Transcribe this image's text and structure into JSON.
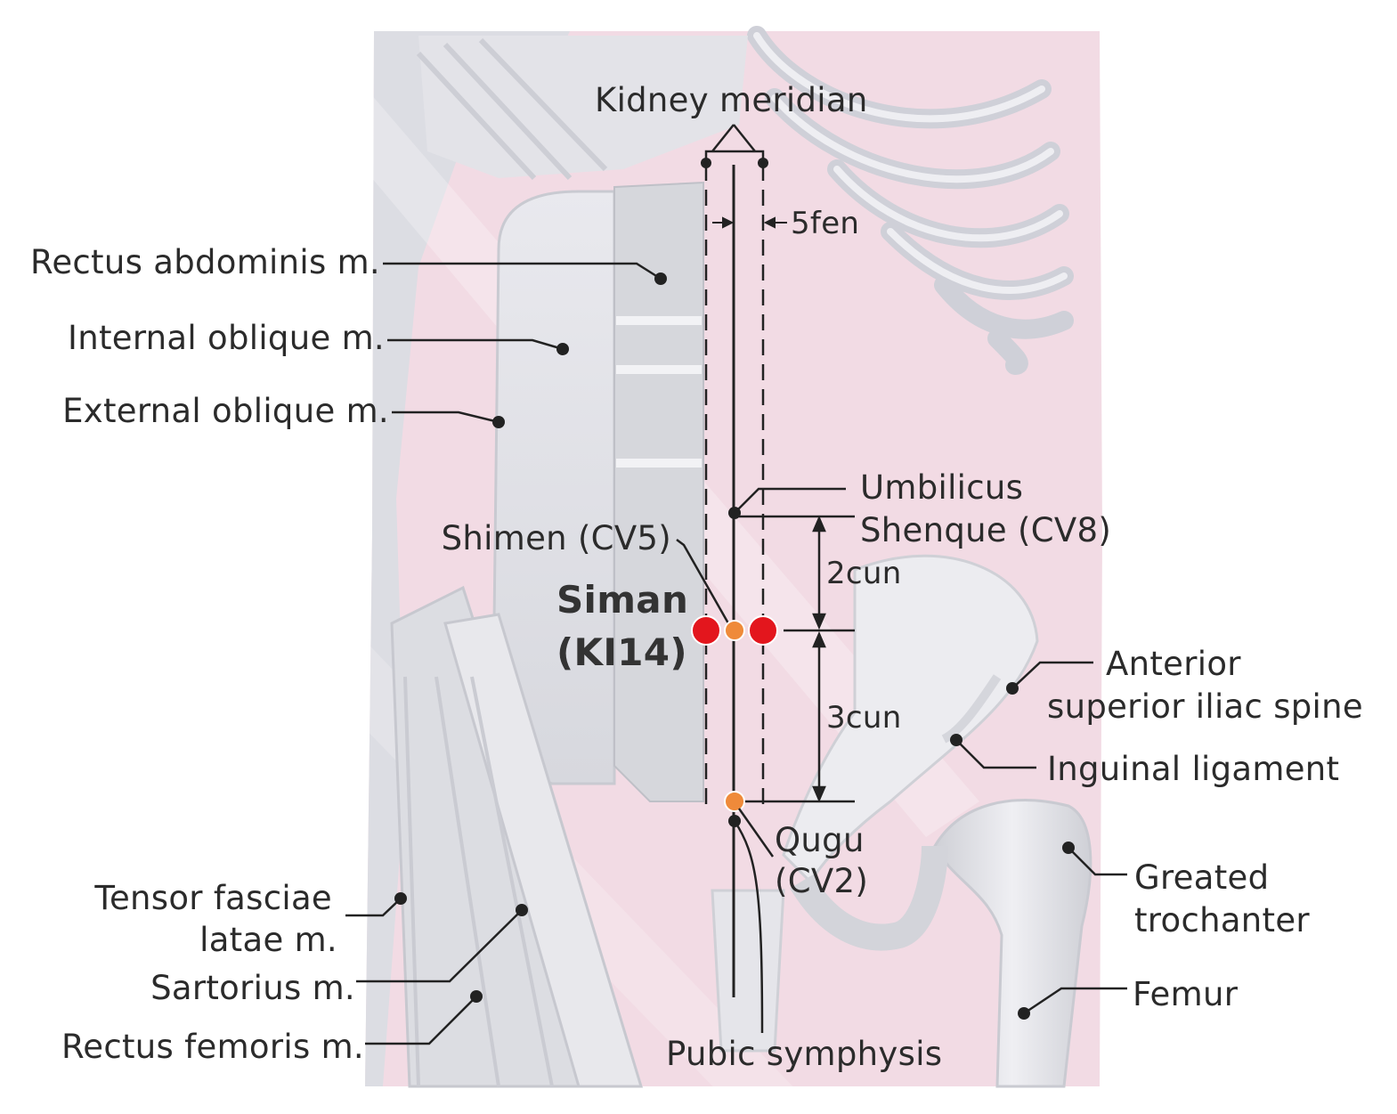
{
  "labels": {
    "kidney_meridian": "Kidney meridian",
    "five_fen": "5fen",
    "rectus_abdominis": "Rectus abdominis m.",
    "internal_oblique": "Internal oblique m.",
    "external_oblique": "External oblique m.",
    "umbilicus": "Umbilicus",
    "shenque": "Shenque (CV8)",
    "shimen": "Shimen (CV5)",
    "siman_line1": "Siman",
    "siman_line2": "(KI14)",
    "two_cun": "2cun",
    "three_cun": "3cun",
    "asis_line1": "Anterior",
    "asis_line2": "superior iliac spine",
    "inguinal": "Inguinal ligament",
    "qugu_line1": "Qugu",
    "qugu_line2": "(CV2)",
    "tensor_line1": "Tensor fasciae",
    "tensor_line2": "latae m.",
    "sartorius": "Sartorius m.",
    "rectus_femoris": "Rectus femoris m.",
    "greater_troch_line1": "Greated",
    "greater_troch_line2": "trochanter",
    "femur": "Femur",
    "pubic": "Pubic symphysis"
  },
  "colors": {
    "acupoint_red": "#e3161d",
    "acupoint_orange": "#ef8a3a",
    "leader_line": "#222222",
    "skin_pink": "#f5dde6",
    "muscle_gray": "#d9dadf"
  }
}
